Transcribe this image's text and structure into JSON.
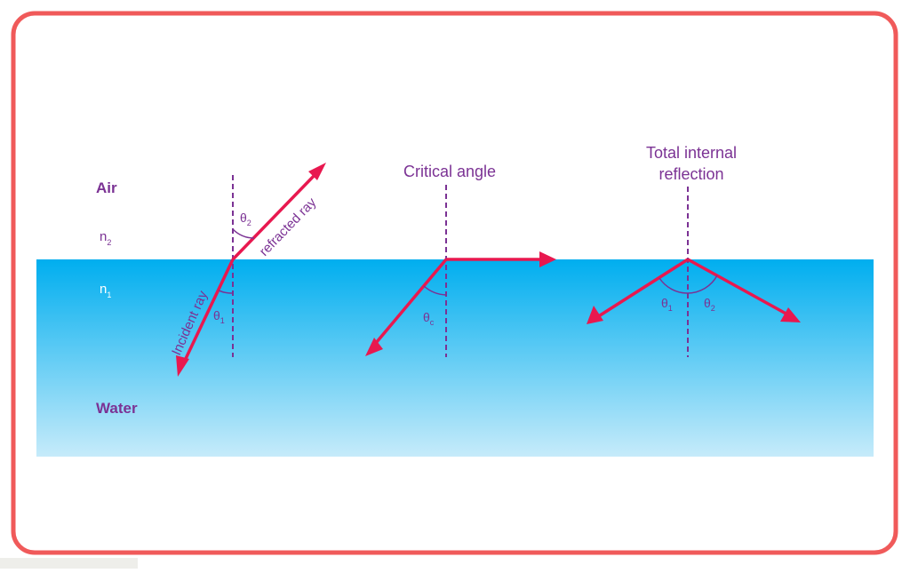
{
  "colors": {
    "frame_border": "#f05a5a",
    "water_top": "#00aeef",
    "water_bottom": "#c6ebfa",
    "ray": "#e8184f",
    "label": "#7b3294",
    "normal_line": "#7b3294"
  },
  "media": {
    "air_label": "Air",
    "air_index_base": "n",
    "air_index_sub": "2",
    "water_index_base": "n",
    "water_index_sub": "1",
    "water_label": "Water"
  },
  "panels": {
    "refraction": {
      "incident_label": "Incident ray",
      "refracted_label": "refracted ray",
      "theta_in": {
        "symbol": "θ",
        "sub": "1"
      },
      "theta_out": {
        "symbol": "θ",
        "sub": "2"
      }
    },
    "critical": {
      "title": "Critical angle",
      "theta": {
        "symbol": "θ",
        "sub": "c"
      }
    },
    "tir": {
      "title_line1": "Total internal",
      "title_line2": "reflection",
      "theta_in": {
        "symbol": "θ",
        "sub": "1"
      },
      "theta_out": {
        "symbol": "θ",
        "sub": "2"
      }
    }
  }
}
